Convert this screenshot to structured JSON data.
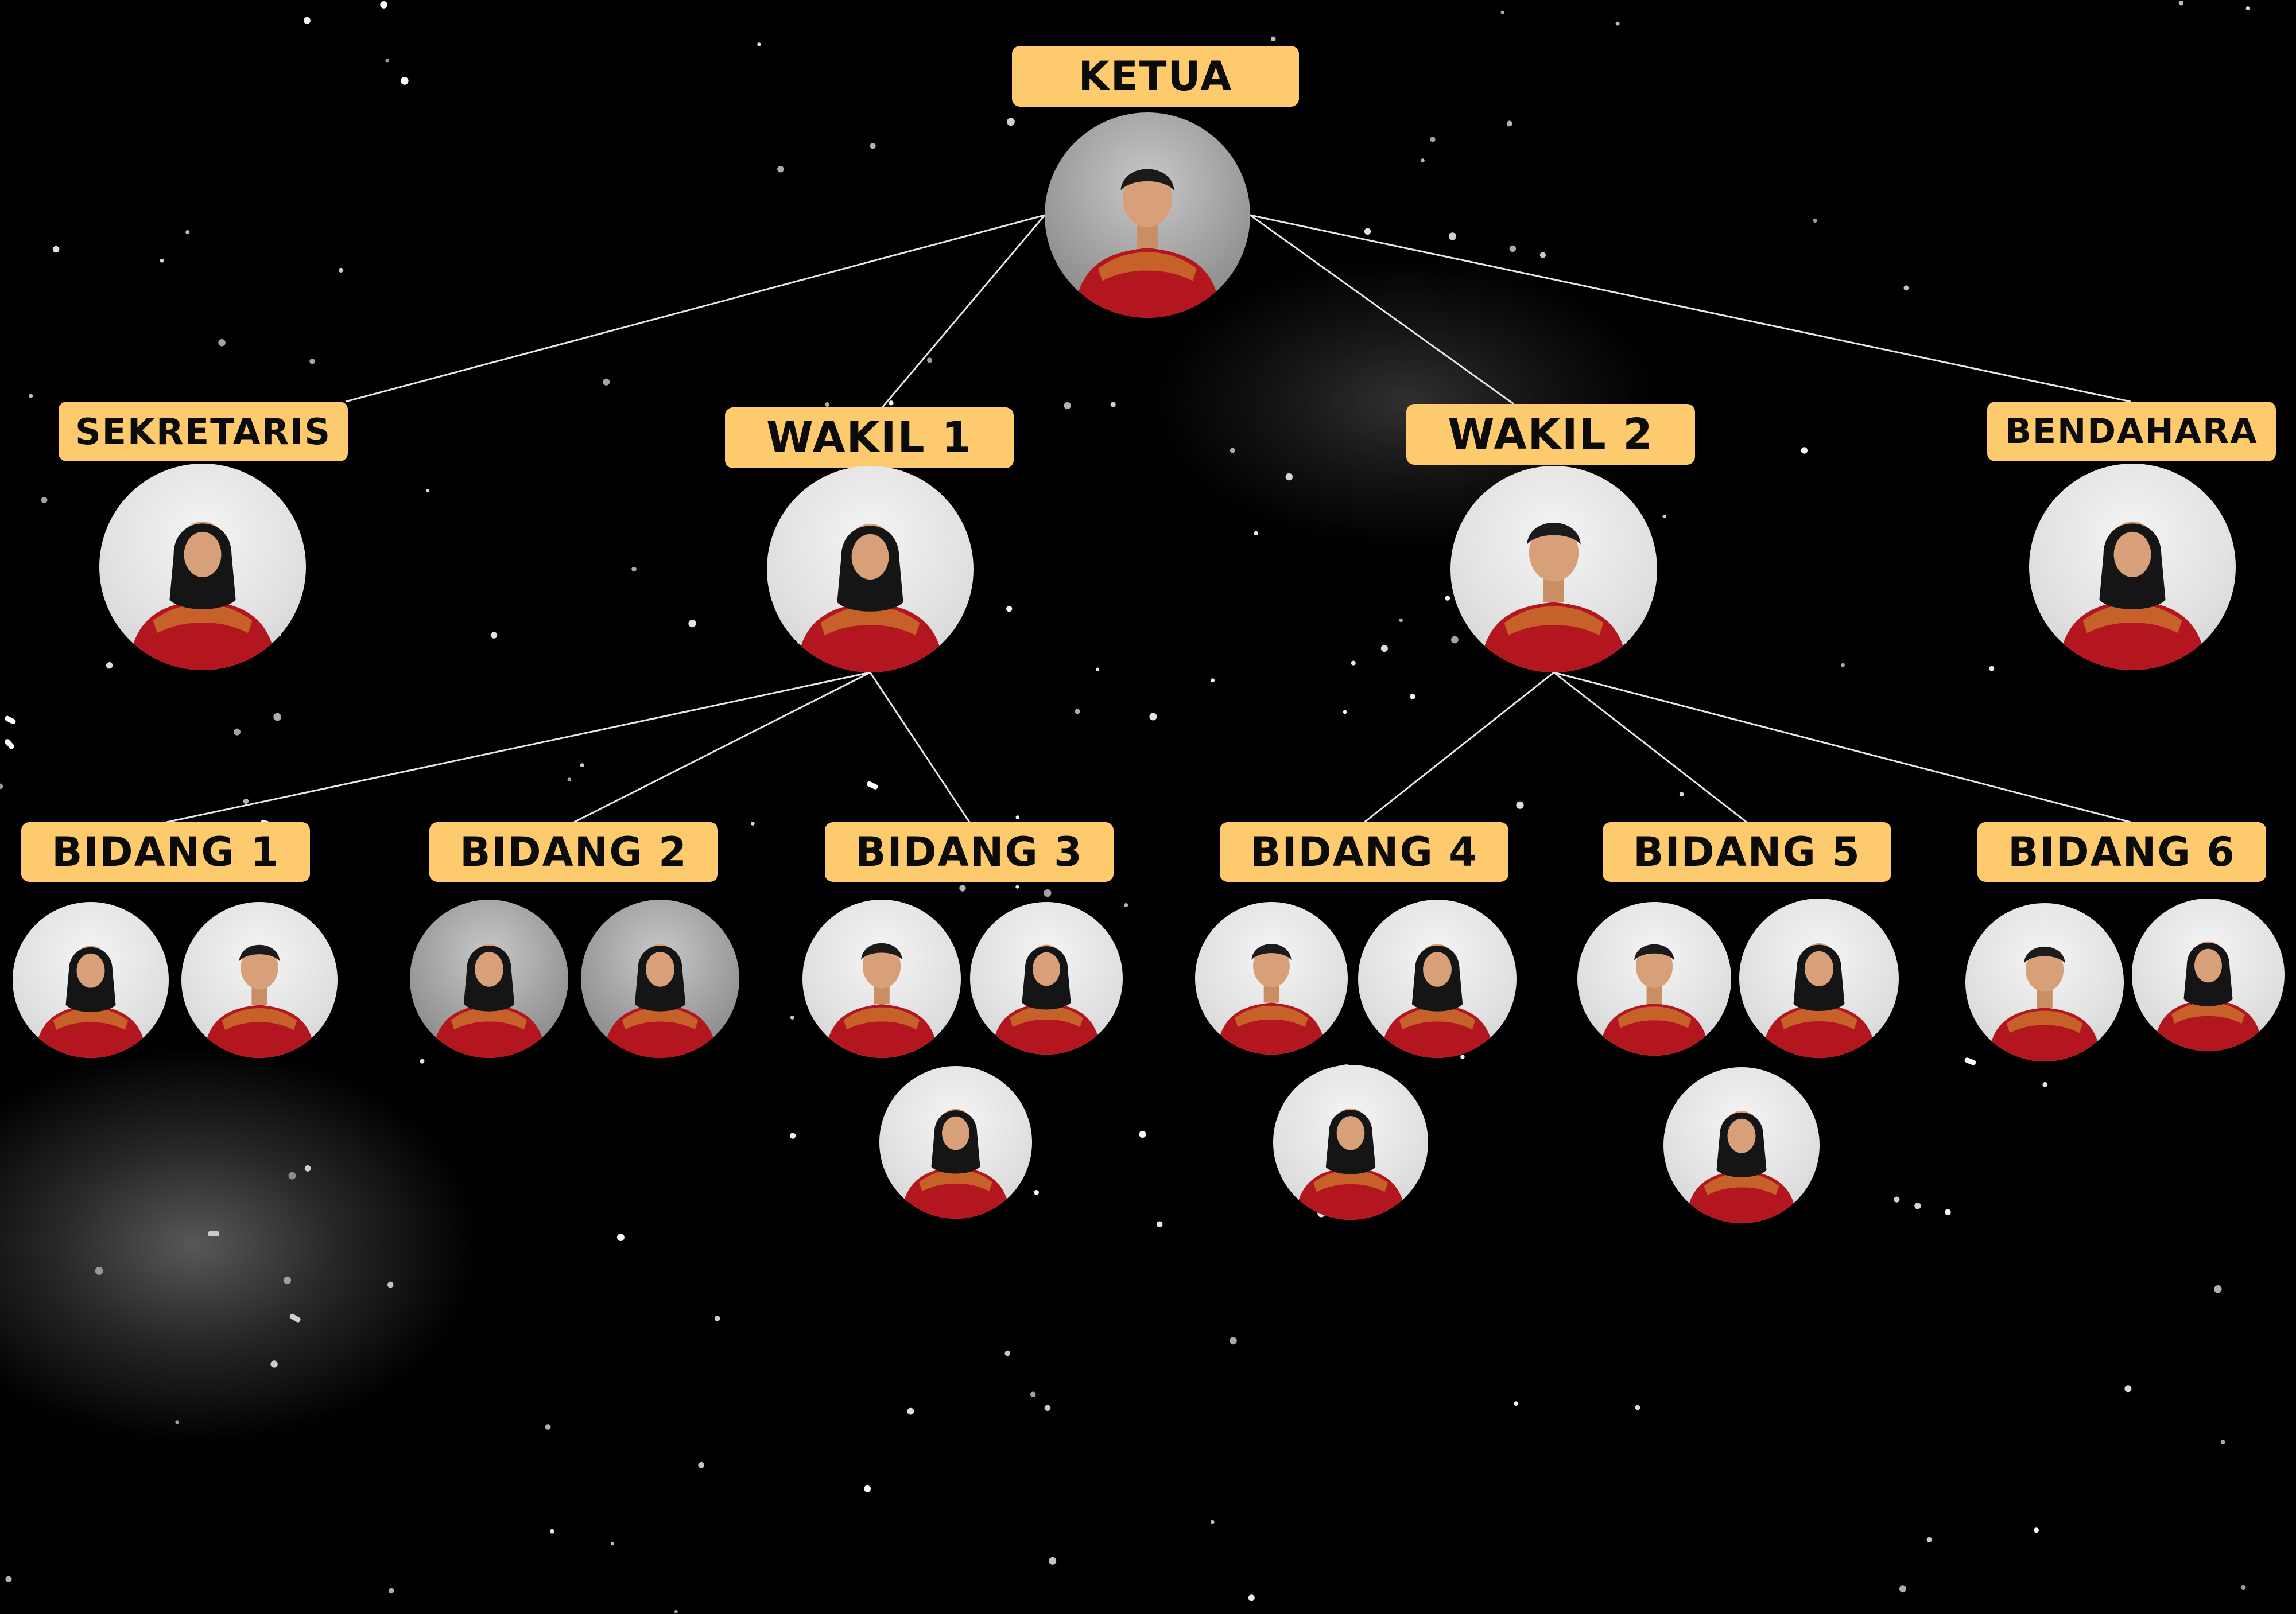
{
  "chart": {
    "root": {
      "label": "KETUA",
      "photos": 1
    },
    "level1": [
      {
        "id": "sekretaris",
        "label": "SEKRETARIS",
        "photos": 1
      },
      {
        "id": "wakil1",
        "label": "WAKIL 1",
        "photos": 1
      },
      {
        "id": "wakil2",
        "label": "WAKIL 2",
        "photos": 1
      },
      {
        "id": "bendahara",
        "label": "BENDAHARA",
        "photos": 1
      }
    ],
    "level2": [
      {
        "id": "bidang1",
        "label": "BIDANG 1",
        "parent": "wakil1",
        "photos": 2
      },
      {
        "id": "bidang2",
        "label": "BIDANG 2",
        "parent": "wakil1",
        "photos": 2
      },
      {
        "id": "bidang3",
        "label": "BIDANG 3",
        "parent": "wakil1",
        "photos": 3
      },
      {
        "id": "bidang4",
        "label": "BIDANG 4",
        "parent": "wakil2",
        "photos": 3
      },
      {
        "id": "bidang5",
        "label": "BIDANG 5",
        "parent": "wakil2",
        "photos": 3
      },
      {
        "id": "bidang6",
        "label": "BIDANG 6",
        "parent": "wakil2",
        "photos": 2
      }
    ]
  },
  "colors": {
    "background": "#000000",
    "label_fill": "#fdcb6e",
    "label_text": "#0b0b0b",
    "connector": "#e6e6e6",
    "shirt": "#b3161f",
    "batik": "#c8692a"
  }
}
